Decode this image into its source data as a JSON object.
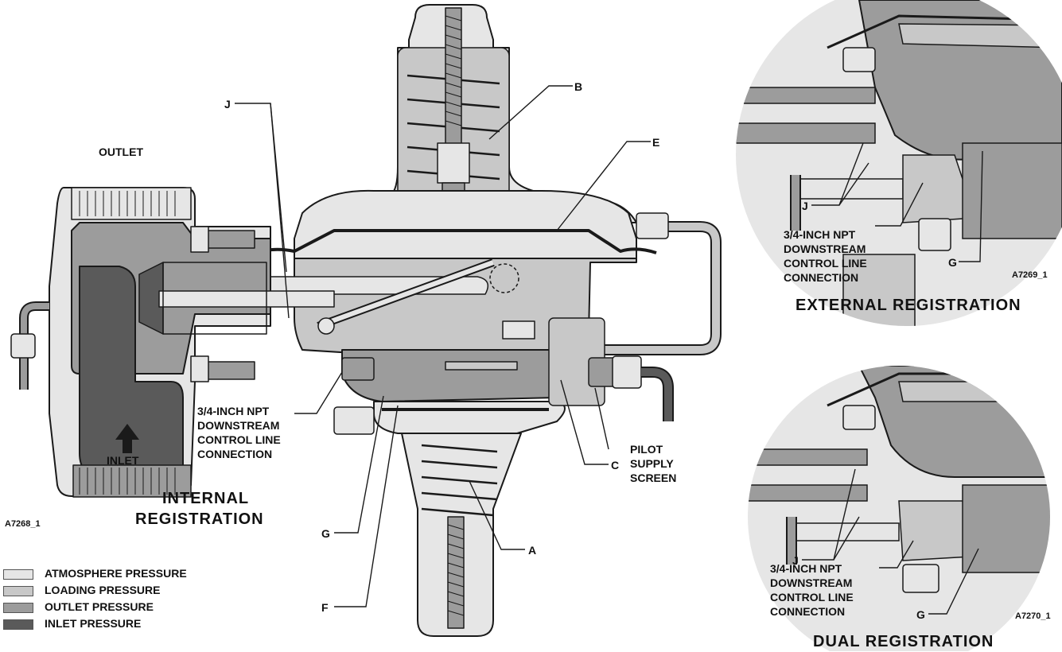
{
  "colors": {
    "atmosphere": "#e6e6e6",
    "loading": "#c8c8c8",
    "outlet": "#9c9c9c",
    "inlet": "#5a5a5a",
    "outline": "#1a1a1a"
  },
  "main_figure": {
    "outlet_label": "OUTLET",
    "inlet_label": "INLET",
    "title_line1": "INTERNAL",
    "title_line2": "REGISTRATION",
    "figure_code": "A7268_1",
    "callouts": {
      "A": "A",
      "B": "B",
      "C": "C",
      "E": "E",
      "F": "F",
      "G": "G",
      "J": "J"
    },
    "npt_label": "3/4-INCH NPT\nDOWNSTREAM\nCONTROL LINE\nCONNECTION",
    "pilot_label": "PILOT\nSUPPLY\nSCREEN"
  },
  "external_inset": {
    "callout_j": "J",
    "callout_g": "G",
    "npt_label": "3/4-INCH NPT\nDOWNSTREAM\nCONTROL LINE\nCONNECTION",
    "figure_code": "A7269_1",
    "title": "EXTERNAL REGISTRATION"
  },
  "dual_inset": {
    "callout_j": "J",
    "callout_g": "G",
    "npt_label": "3/4-INCH NPT\nDOWNSTREAM\nCONTROL LINE\nCONNECTION",
    "figure_code": "A7270_1",
    "title": "DUAL REGISTRATION"
  },
  "legend": [
    {
      "label": "ATMOSPHERE PRESSURE",
      "color": "#e6e6e6"
    },
    {
      "label": "LOADING PRESSURE",
      "color": "#c8c8c8"
    },
    {
      "label": "OUTLET PRESSURE",
      "color": "#9c9c9c"
    },
    {
      "label": "INLET PRESSURE",
      "color": "#5a5a5a"
    }
  ]
}
